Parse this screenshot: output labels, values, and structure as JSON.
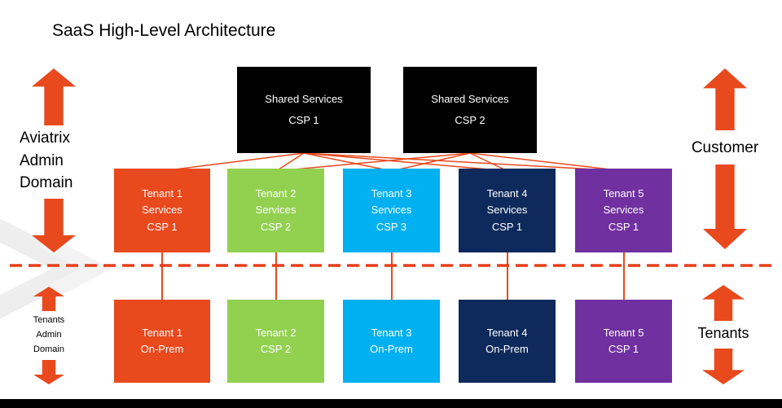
{
  "title": "SaaS High-Level Architecture",
  "colors": {
    "orange": "#E8491D",
    "green": "#92D050",
    "blue": "#00B0F0",
    "navy": "#0E2A5C",
    "purple": "#7030A0",
    "black_box": "#000000",
    "connector": "#E8491D",
    "dashed_line": "#E53E18",
    "arrow": "#E8491D",
    "footer_bar": "#000000"
  },
  "shared_services": [
    {
      "name": "Shared Services",
      "csp": "CSP 1"
    },
    {
      "name": "Shared Services",
      "csp": "CSP 2"
    }
  ],
  "tenant_services": [
    {
      "line1": "Tenant 1",
      "line2": "Services",
      "line3": "CSP 1",
      "color": "#E8491D"
    },
    {
      "line1": "Tenant 2",
      "line2": "Services",
      "line3": "CSP 2",
      "color": "#92D050"
    },
    {
      "line1": "Tenant 3",
      "line2": "Services",
      "line3": "CSP 3",
      "color": "#00B0F0"
    },
    {
      "line1": "Tenant 4",
      "line2": "Services",
      "line3": "CSP 1",
      "color": "#0E2A5C"
    },
    {
      "line1": "Tenant 5",
      "line2": "Services",
      "line3": "CSP 1",
      "color": "#7030A0"
    }
  ],
  "tenant_onprem": [
    {
      "line1": "Tenant 1",
      "line2": "On-Prem",
      "color": "#E8491D"
    },
    {
      "line1": "Tenant 2",
      "line2": "CSP 2",
      "color": "#92D050"
    },
    {
      "line1": "Tenant 3",
      "line2": "On-Prem",
      "color": "#00B0F0"
    },
    {
      "line1": "Tenant 4",
      "line2": "On-Prem",
      "color": "#0E2A5C"
    },
    {
      "line1": "Tenant 5",
      "line2": "CSP 1",
      "color": "#7030A0"
    }
  ],
  "labels": {
    "aviatrix_admin": {
      "line1": "Aviatrix",
      "line2": "Admin",
      "line3": "Domain"
    },
    "tenants_admin": {
      "line1": "Tenants",
      "line2": "Admin",
      "line3": "Domain"
    },
    "customer": "Customer",
    "tenants": "Tenants"
  }
}
